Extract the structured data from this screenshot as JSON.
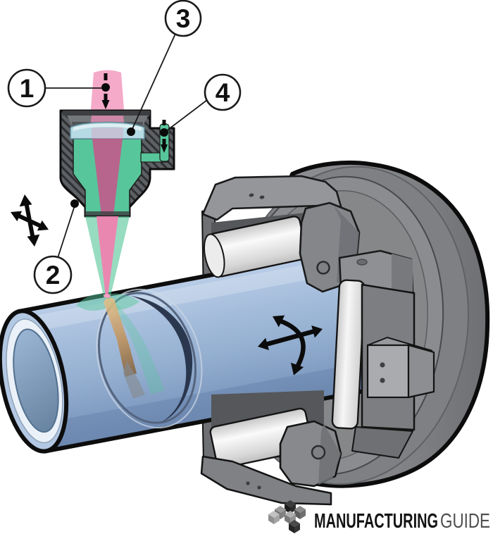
{
  "callouts": [
    {
      "label": "1"
    },
    {
      "label": "2"
    },
    {
      "label": "3"
    },
    {
      "label": "4"
    }
  ],
  "logo": {
    "brand_bold": "MANUFACTURING",
    "brand_light": "GUIDE",
    "mark_icon": "iso-cubes-logo-icon"
  },
  "icons": {
    "head_motion": "crossed-move-arrows-icon",
    "tube_motion": "rotate-feed-arrows-icon",
    "beam_direction": "down-arrow-dashed-icon",
    "gas_direction": "down-arrow-dashed-icon"
  },
  "colors": {
    "laser_beam_pink": "#f3a3c3",
    "laser_beam_core": "#c4588a",
    "assist_gas_green": "#58c69b",
    "lens_blue": "#b7dbe4",
    "tube_blue": "#9bb6d8",
    "tube_bore_blue": "#7f9dc3",
    "tube_wall_white": "#eaf1f8",
    "chuck_gray": "#85878a",
    "bracket_gray": "#909295",
    "roller_white": "#ececec",
    "spark_amber": "#c89a5e",
    "outline_black": "#0d0d0d",
    "callout_stroke": "#1a1a1a"
  }
}
